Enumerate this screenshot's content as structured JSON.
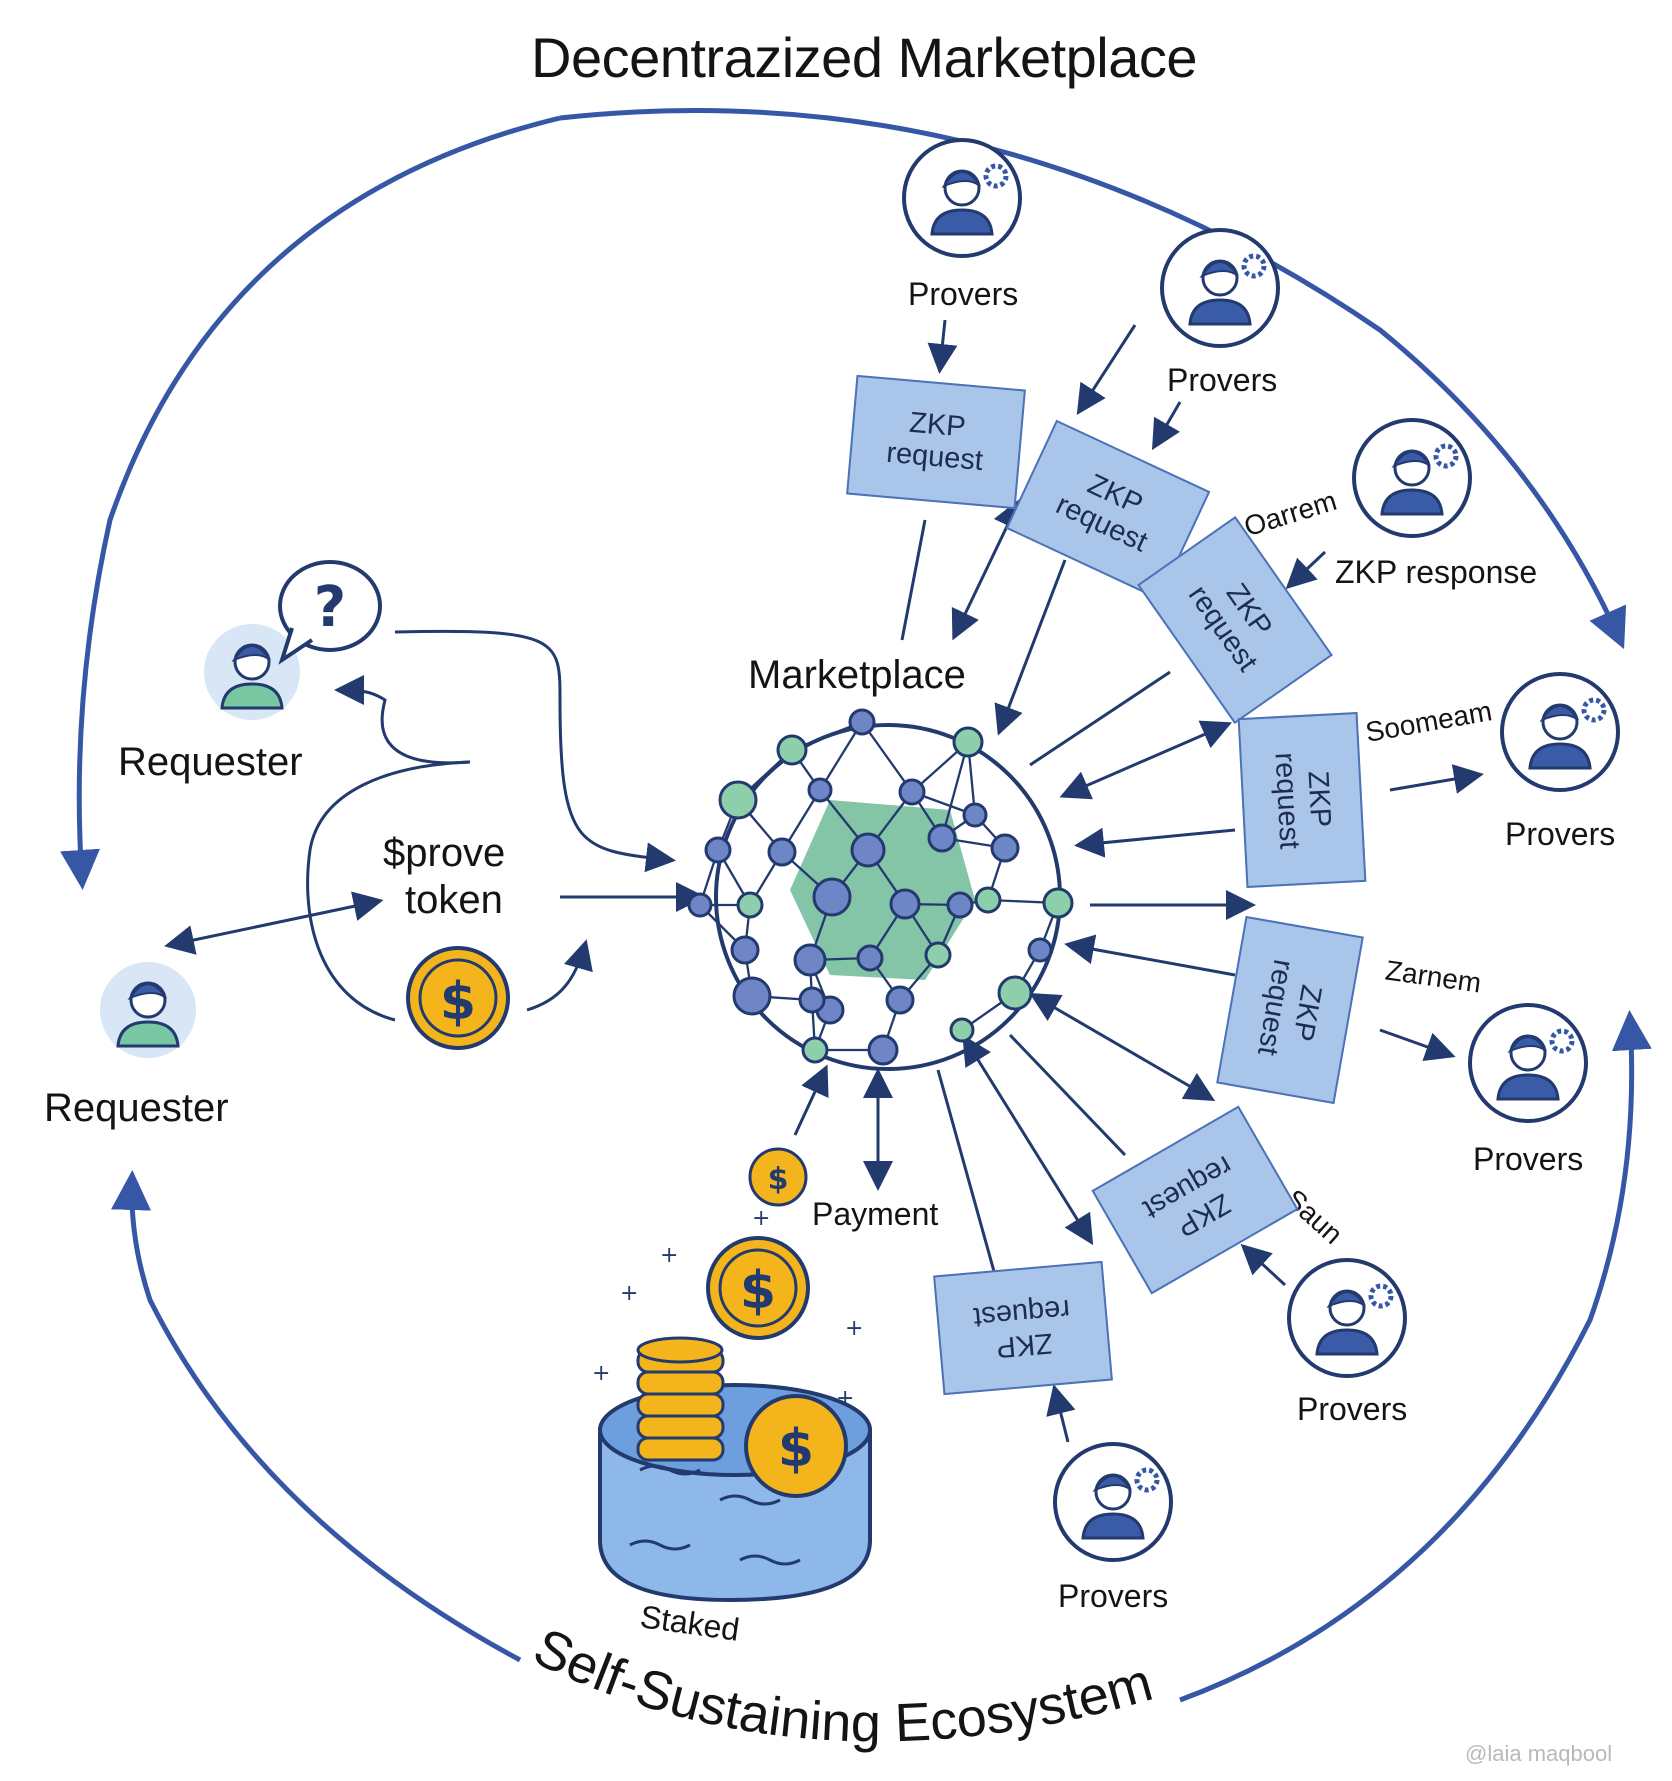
{
  "title": "Decentrazized Marketplace",
  "bottom_caption": "Self-Sustaining Ecosystem",
  "center_label": "Marketplace",
  "token": {
    "line1": "$prove",
    "line2": "token"
  },
  "payment_label": "Payment",
  "staked_label": "Staked",
  "zkp_response_label": "ZKP response",
  "requesters": [
    {
      "label": "Requester"
    },
    {
      "label": "Requester"
    }
  ],
  "provers": [
    {
      "label": "Provers"
    },
    {
      "label": "Provers"
    },
    {
      "label": "Provers"
    },
    {
      "label": "Provers"
    },
    {
      "label": "Provers"
    },
    {
      "label": "Provers"
    }
  ],
  "zkp_cards": [
    {
      "line1": "ZKP",
      "line2": "request"
    },
    {
      "line1": "ZKP",
      "line2": "request"
    },
    {
      "line1": "ZKP",
      "line2": "request"
    },
    {
      "line1": "ZKP",
      "line2": "request"
    },
    {
      "line1": "ZKP",
      "line2": "request"
    },
    {
      "line1": "ZKP",
      "line2": "request"
    },
    {
      "line1": "ZKP",
      "line2": "request"
    }
  ],
  "scribbles": [
    "Oarrem",
    "Soomeam",
    "Zarnem",
    "Saun"
  ],
  "watermark": "@laia maqbool",
  "colors": {
    "navy": "#223a6e",
    "ring_blue": "#3656a6",
    "card_fill": "#a9c6ea",
    "node_blue": "#6f86c6",
    "node_green": "#8ccfaa",
    "hex_green": "#6dbb96",
    "coin_gold": "#f3b51b",
    "water_blue": "#8fb8ea"
  }
}
